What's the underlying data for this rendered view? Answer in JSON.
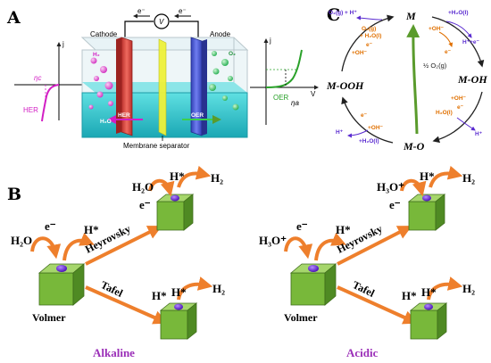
{
  "panelA": {
    "letter": "A",
    "cathode": "Cathode",
    "anode": "Anode",
    "separator": "Membrane separator",
    "h2": "H₂",
    "o2": "O₂",
    "her_bottom": "HER",
    "oer_bottom": "OER",
    "h2o": "H₂O",
    "left_j": "j",
    "left_v": "V",
    "left_eta": "ηc",
    "left_her": "HER",
    "right_j": "j",
    "right_v": "V",
    "right_oer": "OER",
    "right_eta": "ηa",
    "e_left": "e⁻",
    "e_right": "e⁻",
    "meter": "V"
  },
  "panelC": {
    "letter": "C",
    "m": "M",
    "moh": "M-OH",
    "mo": "M-O",
    "mooh": "M-OOH",
    "half_o2": "½ O₂(g)",
    "topright_in": "+H₂O(l)",
    "topright_out": "H⁺+e⁻",
    "topright_oh": "+OH⁻",
    "topright_e": "e⁻",
    "right_h2o": "H₂O(l)",
    "right_oh": "+OH⁻",
    "right_e": "e⁻",
    "right_h": "H⁺",
    "bottom_h": "H⁺",
    "bottom_oh": "+OH⁻",
    "bottom_h2o": "+H₂O(l)",
    "bottom_e": "e⁻",
    "topleft_out": "O₂(g) + H⁺",
    "topleft_o2": "O₂(g)",
    "topleft_h2o": "+ H₂O(l)",
    "topleft_oh": "+OH⁻",
    "topleft_e": "e⁻"
  },
  "panelB": {
    "letter": "B",
    "alkaline": {
      "reactant": "H₂O",
      "electron": "e⁻",
      "hstar": "H*",
      "volmer": "Volmer",
      "heyrovsky": "Heyrovsky",
      "tafel": "Tafel",
      "top_reactant": "H₂O",
      "top_electron": "e⁻",
      "top_hstar": "H*",
      "top_h2": "H₂",
      "bot_hstar1": "H*",
      "bot_hstar2": "H*",
      "bot_h2": "H₂",
      "caption": "Alkaline"
    },
    "acidic": {
      "reactant": "H₃O⁺",
      "electron": "e⁻",
      "hstar": "H*",
      "volmer": "Volmer",
      "heyrovsky": "Heyrovsky",
      "tafel": "Tafel",
      "top_reactant": "H₃O⁺",
      "top_electron": "e⁻",
      "top_hstar": "H*",
      "top_h2": "H₂",
      "bot_hstar1": "H*",
      "bot_hstar2": "H*",
      "bot_h2": "H₂",
      "caption": "Acidic"
    }
  },
  "colors": {
    "cube_front": "#78b83a",
    "cube_top": "#a6d66c",
    "cube_side": "#4f8a23",
    "site": "#6a1fd6",
    "arrow": "#f28a38",
    "cathode": "#d9453f",
    "anode": "#4a57d6",
    "separator": "#eef13a",
    "electrolyte": "#38c7cc",
    "her_curve": "#d21fc4",
    "oer_curve": "#2aa12a",
    "cycle_arrow": "#202020",
    "purple": "#5a2bd0",
    "orange": "#e07000",
    "green_arrow": "#5a9b2c"
  }
}
